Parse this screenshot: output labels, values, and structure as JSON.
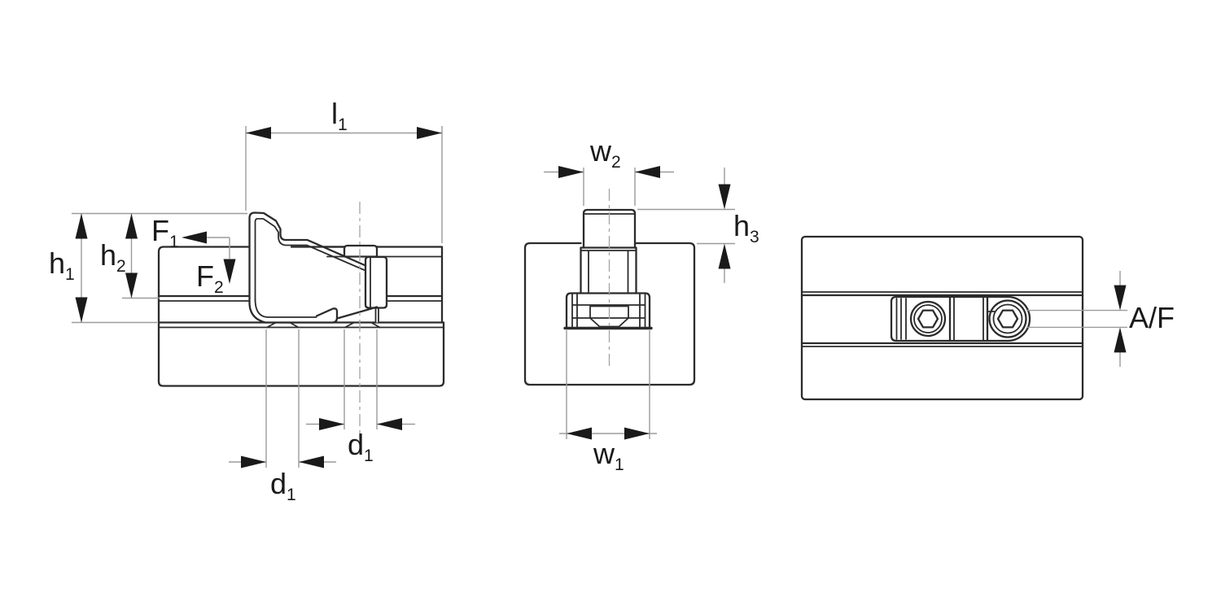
{
  "colors": {
    "background": "#ffffff",
    "part_outline": "#2b2b2b",
    "dimension_lines": "#9b9b9b",
    "arrows_and_text": "#1a1a1a"
  },
  "views": {
    "side": {
      "labels": {
        "l1": {
          "base": "l",
          "sub": "1"
        },
        "h1": {
          "base": "h",
          "sub": "1"
        },
        "h2": {
          "base": "h",
          "sub": "2"
        },
        "f1": {
          "base": "F",
          "sub": "1"
        },
        "f2": {
          "base": "F",
          "sub": "2"
        },
        "d1_upper": {
          "base": "d",
          "sub": "1"
        },
        "d1_lower": {
          "base": "d",
          "sub": "1"
        }
      }
    },
    "front": {
      "labels": {
        "w2": {
          "base": "w",
          "sub": "2"
        },
        "h3": {
          "base": "h",
          "sub": "3"
        },
        "w1": {
          "base": "w",
          "sub": "1"
        }
      }
    },
    "top": {
      "labels": {
        "af": {
          "base": "A/F",
          "sub": ""
        }
      }
    }
  }
}
